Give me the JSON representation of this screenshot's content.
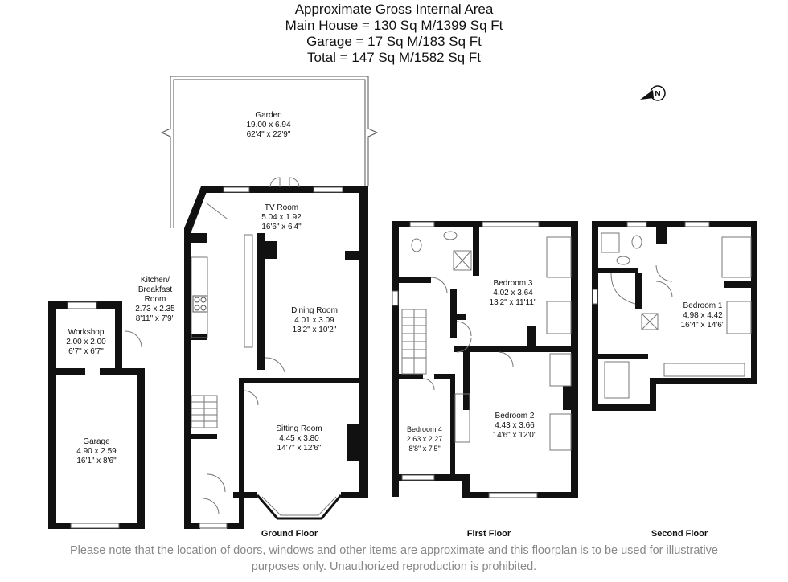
{
  "header": {
    "line1": "Approximate Gross Internal Area",
    "line2": "Main House = 130 Sq M/1399 Sq Ft",
    "line3": "Garage = 17 Sq M/183 Sq Ft",
    "line4": "Total = 147 Sq M/1582 Sq Ft"
  },
  "compass": {
    "letter": "N",
    "icon": "compass-icon"
  },
  "rooms": {
    "garden": {
      "name": "Garden",
      "metric": "19.00 x 6.94",
      "imperial": "62'4\" x 22'9\""
    },
    "tv_room": {
      "name": "TV Room",
      "metric": "5.04 x 1.92",
      "imperial": "16'6\" x 6'4\""
    },
    "kitchen": {
      "name1": "Kitchen/",
      "name2": "Breakfast",
      "name3": "Room",
      "metric": "2.73 x 2.35",
      "imperial": "8'11\" x 7'9\""
    },
    "workshop": {
      "name": "Workshop",
      "metric": "2.00 x 2.00",
      "imperial": "6'7\" x 6'7\""
    },
    "dining": {
      "name": "Dining Room",
      "metric": "4.01 x 3.09",
      "imperial": "13'2\" x 10'2\""
    },
    "garage": {
      "name": "Garage",
      "metric": "4.90 x 2.59",
      "imperial": "16'1\" x 8'6\""
    },
    "sitting": {
      "name": "Sitting Room",
      "metric": "4.45 x 3.80",
      "imperial": "14'7\" x 12'6\""
    },
    "bedroom3": {
      "name": "Bedroom 3",
      "metric": "4.02 x 3.64",
      "imperial": "13'2\" x 11'11\""
    },
    "bedroom2": {
      "name": "Bedroom 2",
      "metric": "4.43 x 3.66",
      "imperial": "14'6\" x 12'0\""
    },
    "bedroom4": {
      "name": "Bedroom 4",
      "metric": "2.63 x 2.27",
      "imperial": "8'8\" x 7'5\""
    },
    "bedroom1": {
      "name": "Bedroom 1",
      "metric": "4.98 x 4.42",
      "imperial": "16'4\" x 14'6\""
    }
  },
  "floors": {
    "ground": "Ground Floor",
    "first": "First Floor",
    "second": "Second Floor"
  },
  "disclaimer": {
    "line1": "Please note that the location of doors, windows and other items are approximate and this floorplan is to be used for illustrative",
    "line2": "purposes only. Unauthorized reproduction is prohibited."
  },
  "colors": {
    "wall": "#111111",
    "fixture": "#666666",
    "note": "#888888"
  }
}
